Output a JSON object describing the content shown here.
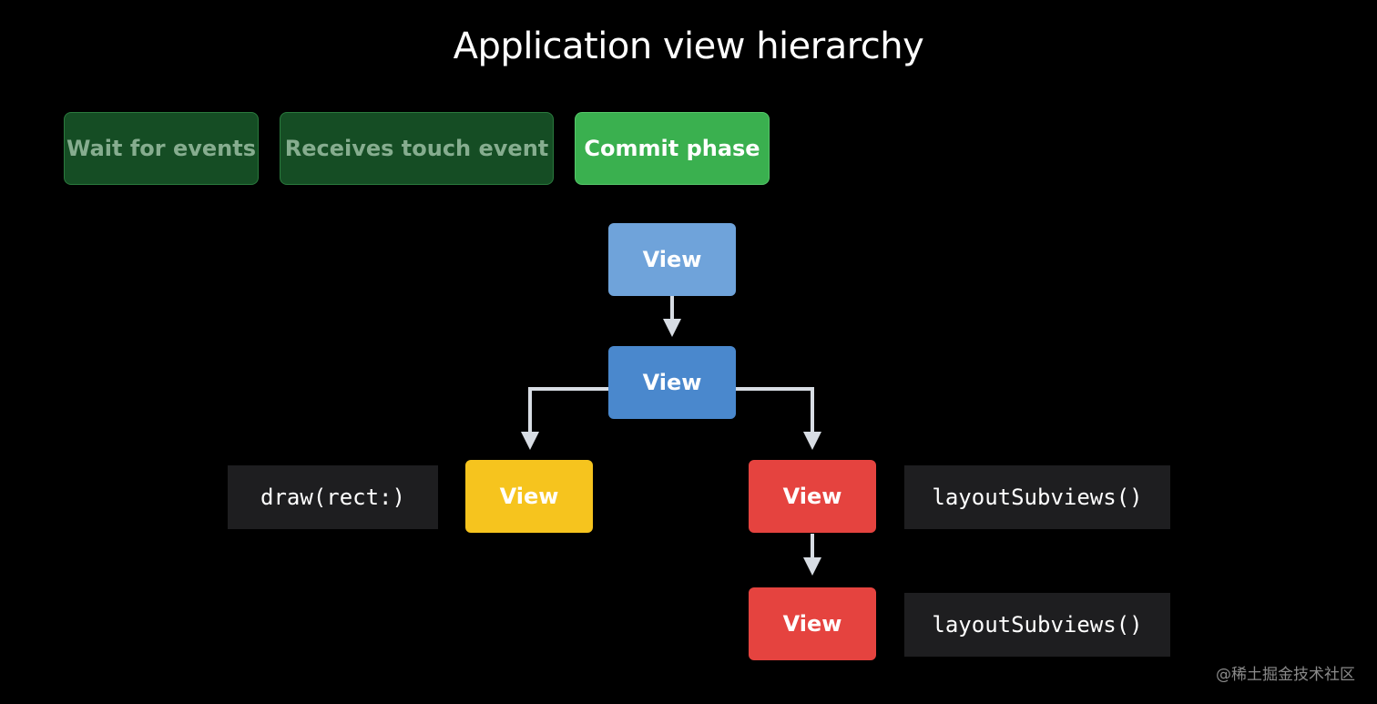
{
  "title": "Application view hierarchy",
  "phases": [
    {
      "label": "Wait for events",
      "state": "inactive"
    },
    {
      "label": "Receives touch event",
      "state": "inactive"
    },
    {
      "label": "Commit phase",
      "state": "active"
    }
  ],
  "nodes": [
    {
      "label": "View",
      "color": "#6fa3da"
    },
    {
      "label": "View",
      "color": "#4a88cd"
    },
    {
      "label": "View",
      "color": "#f6c41e"
    },
    {
      "label": "View",
      "color": "#e5433f"
    },
    {
      "label": "View",
      "color": "#e5433f"
    }
  ],
  "code_labels": {
    "draw": "draw(rect:)",
    "layout_1": "layoutSubviews()",
    "layout_2": "layoutSubviews()"
  },
  "watermark": "@稀土掘金技术社区"
}
